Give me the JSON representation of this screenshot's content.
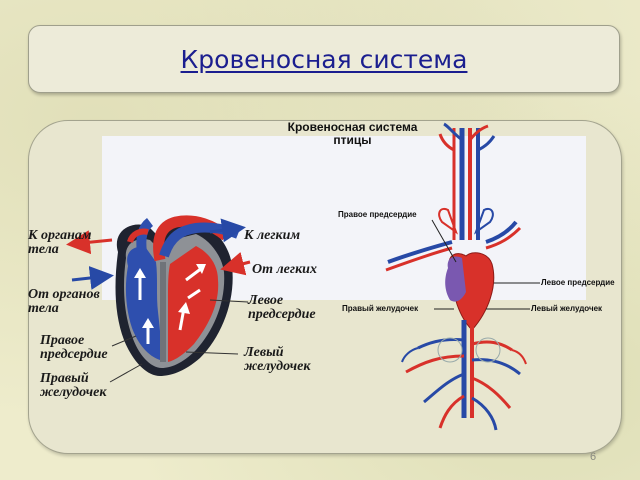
{
  "slide": {
    "title": "Кровеносная система",
    "page_number": "6"
  },
  "heart_labels": {
    "to_body_organs": [
      "К органам",
      "тела"
    ],
    "to_lungs": "К легким",
    "from_lungs": "От легких",
    "from_body_organs": [
      "От органов",
      "тела"
    ],
    "left_atrium": [
      "Левое",
      "предсердие"
    ],
    "right_atrium": [
      "Правое",
      "предсердие"
    ],
    "left_ventricle": [
      "Левый",
      "желудочек"
    ],
    "right_ventricle": [
      "Правый",
      "желудочек"
    ]
  },
  "bird_diagram": {
    "title_line1": "Кровеносная система",
    "title_line2": "птицы",
    "right_atrium": "Правое предсердие",
    "left_atrium": "Левое предсердие",
    "right_ventricle": "Правый желудочек",
    "left_ventricle": "Левый желудочек"
  },
  "colors": {
    "arterial": "#d8312a",
    "venous": "#2749a6",
    "title_link": "#1b1e8f"
  }
}
